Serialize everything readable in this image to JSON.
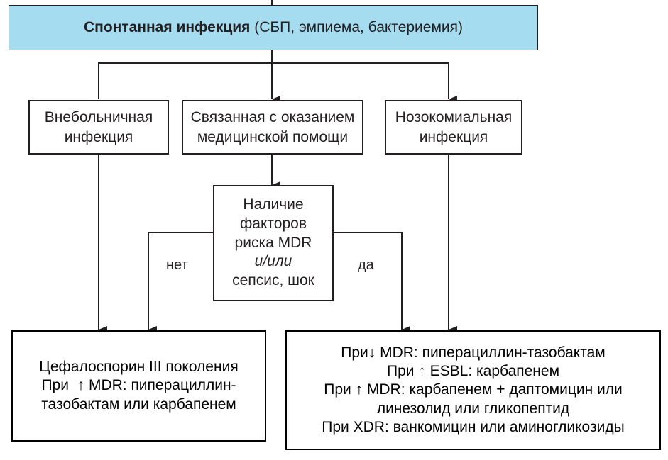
{
  "top": {
    "title_bold": "Спонтанная инфекция",
    "title_rest": " (СБП, эмпиема, бактериемия)"
  },
  "categories": [
    {
      "line1": "Внебольничная",
      "line2": "инфекция"
    },
    {
      "line1": "Связанная с оказанием",
      "line2": "медицинской помощи"
    },
    {
      "line1": "Нозокомиальная",
      "line2": "инфекция"
    }
  ],
  "decision": {
    "lines": [
      "Наличие",
      "факторов",
      "риска MDR",
      "и/или",
      "сепсис, шок"
    ]
  },
  "branch_labels": {
    "no": "нет",
    "yes": "да"
  },
  "results": {
    "left": [
      "Цефалоспорин III поколения",
      "При  ↑ MDR: пиперациллин-",
      "тазобактам или карбапенем"
    ],
    "right": [
      "При↓ MDR: пиперациллин-тазобактам",
      "При ↑ ESBL: карбапенем",
      "При ↑ MDR: карбапенем + даптомицин или",
      "линезолид или гликопептид",
      "При XDR: ванкомицин или аминогликозиды"
    ]
  }
}
